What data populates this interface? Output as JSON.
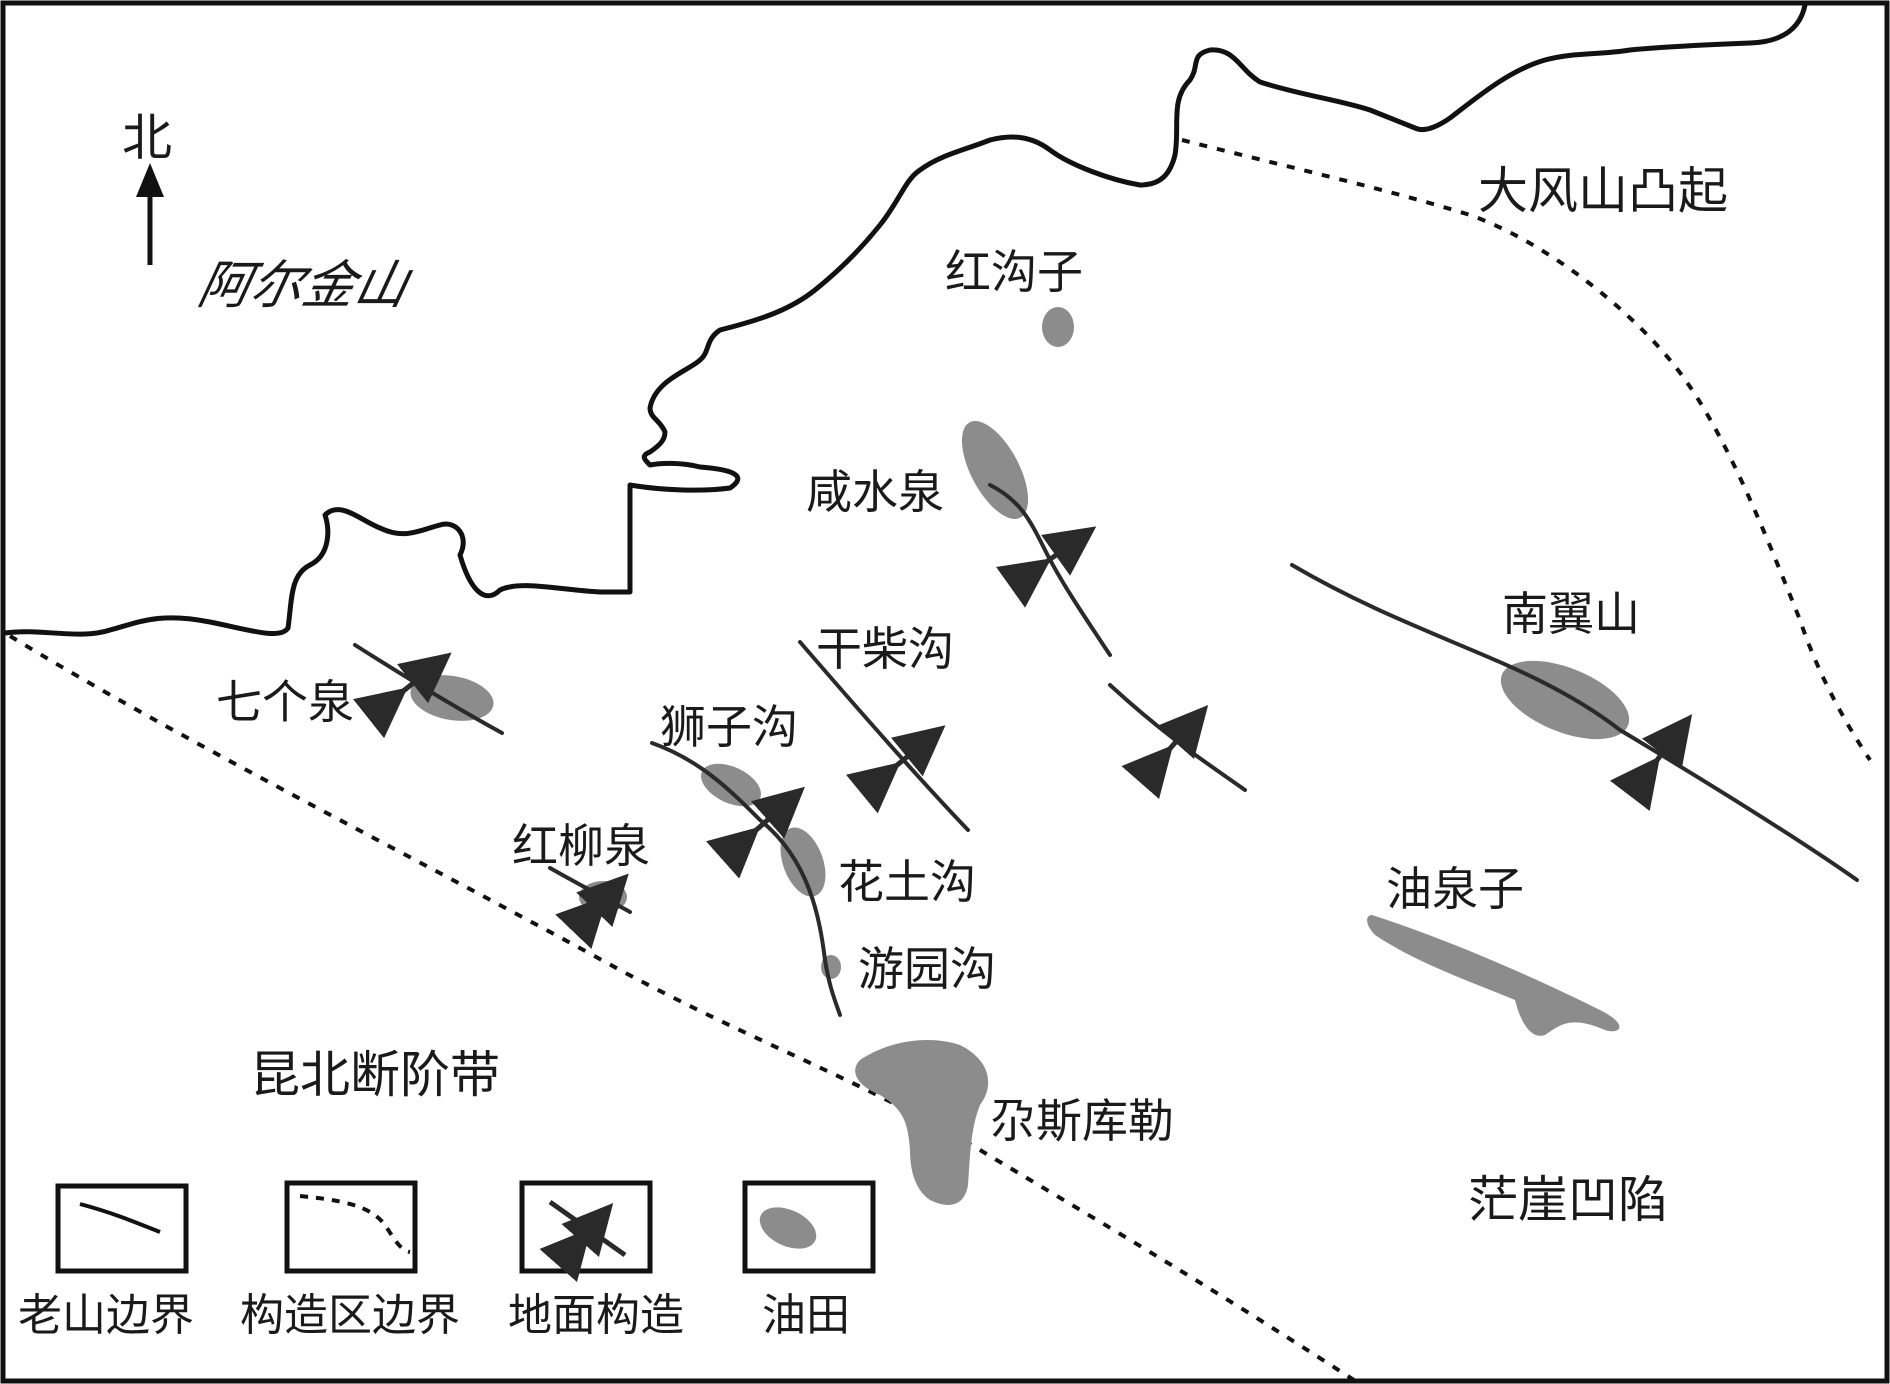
{
  "north_label": "北",
  "mountain_label": "阿尔金山",
  "regions": {
    "dafengshan": "大风山凸起",
    "kunbei": "昆北断阶带",
    "mangya": "茫崖凹陷"
  },
  "places": {
    "honggouzi": "红沟子",
    "xianshuiquan": "咸水泉",
    "ganchaigou": "干柴沟",
    "qigequan": "七个泉",
    "shizigou": "狮子沟",
    "hongliuquan": "红柳泉",
    "huatugou": "花土沟",
    "youyuangou": "游园沟",
    "nanyishan": "南翼山",
    "youquanzi": "油泉子",
    "wusikule": "尕斯库勒"
  },
  "legend": {
    "old_mountain_boundary": "老山边界",
    "structural_boundary": "构造区边界",
    "surface_structure": "地面构造",
    "oilfield": "油田"
  },
  "colors": {
    "line": "#111111",
    "fault": "#2a2a2a",
    "oilfield": "#8c8c8c",
    "background": "#ffffff"
  }
}
